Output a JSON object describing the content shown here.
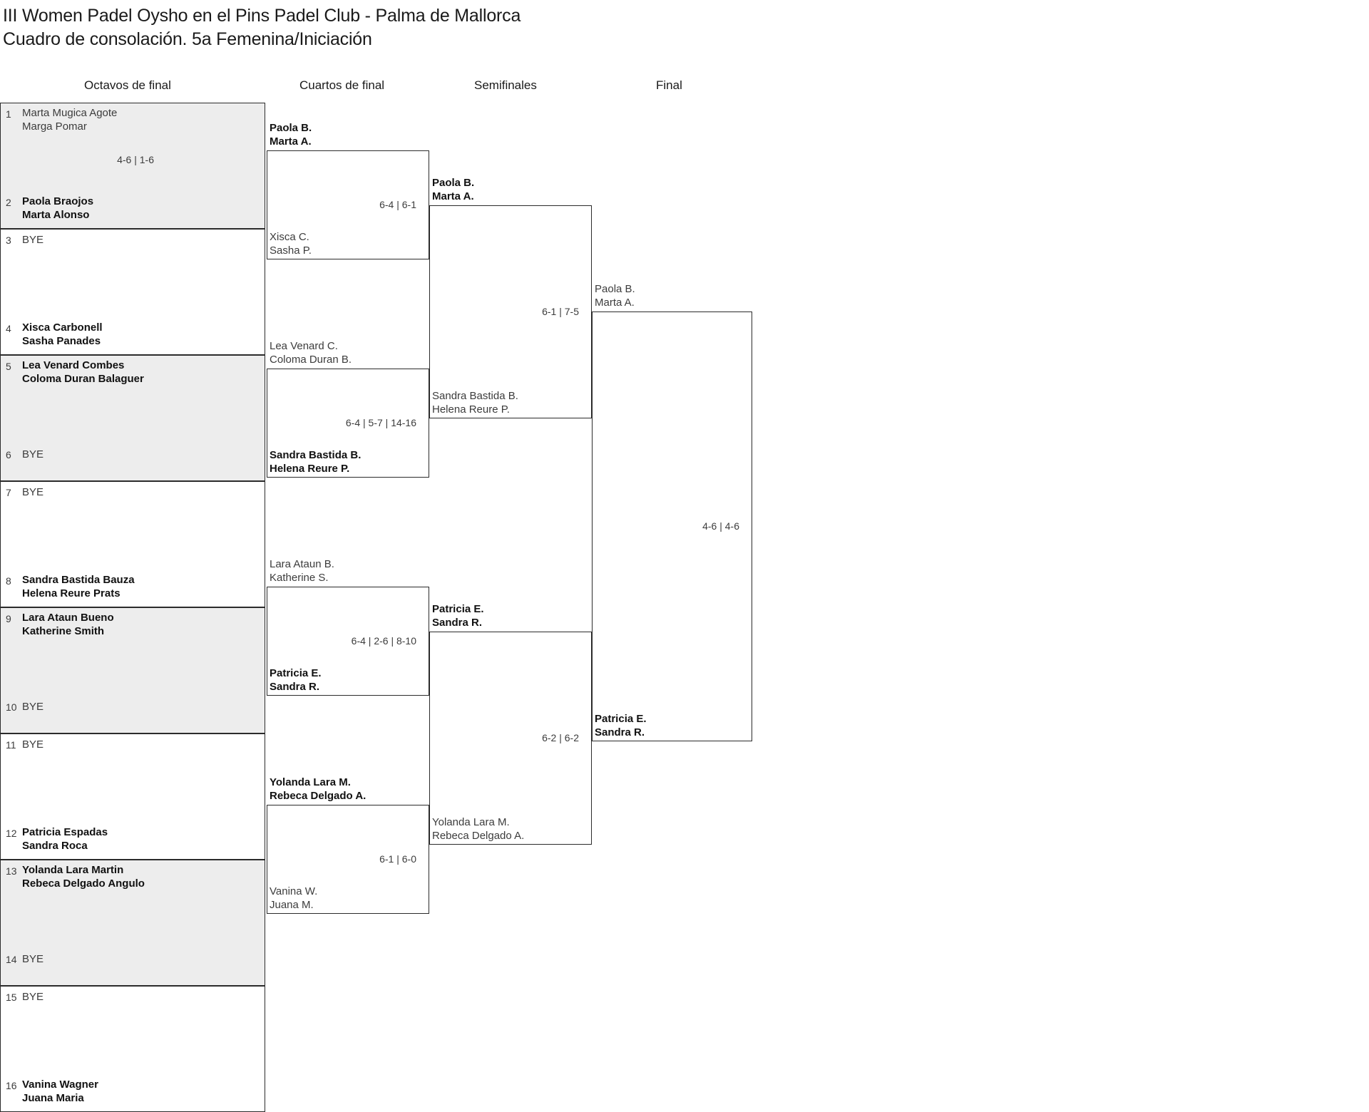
{
  "title": {
    "line1": "III Women Padel Oysho en el Pins Padel Club - Palma de Mallorca",
    "line2": "Cuadro de consolación. 5a Femenina/Iniciación"
  },
  "rounds": [
    {
      "id": "r1",
      "label": "Octavos de final"
    },
    {
      "id": "r2",
      "label": "Cuartos de final"
    },
    {
      "id": "r3",
      "label": "Semifinales"
    },
    {
      "id": "r4",
      "label": "Final"
    }
  ],
  "colors": {
    "shaded_row": "#ededed",
    "border": "#2b2b2b",
    "winner_text": "#111111",
    "loser_text": "#3c3c3c",
    "background": "#ffffff"
  },
  "round1": {
    "matches": [
      {
        "shaded": true,
        "top": {
          "seed": "1",
          "line1": "Marta Mugica Agote",
          "line2": "Marga Pomar",
          "winner": false,
          "bye": false
        },
        "bottom": {
          "seed": "2",
          "line1": "Paola Braojos",
          "line2": "Marta Alonso",
          "winner": true,
          "bye": false
        },
        "score": "4-6 | 1-6"
      },
      {
        "shaded": false,
        "top": {
          "seed": "3",
          "line1": "BYE",
          "line2": "",
          "winner": false,
          "bye": true
        },
        "bottom": {
          "seed": "4",
          "line1": "Xisca Carbonell",
          "line2": "Sasha Panades",
          "winner": true,
          "bye": false
        },
        "score": ""
      },
      {
        "shaded": true,
        "top": {
          "seed": "5",
          "line1": "Lea Venard Combes",
          "line2": "Coloma Duran Balaguer",
          "winner": true,
          "bye": false
        },
        "bottom": {
          "seed": "6",
          "line1": "BYE",
          "line2": "",
          "winner": false,
          "bye": true
        },
        "score": ""
      },
      {
        "shaded": false,
        "top": {
          "seed": "7",
          "line1": "BYE",
          "line2": "",
          "winner": false,
          "bye": true
        },
        "bottom": {
          "seed": "8",
          "line1": "Sandra Bastida Bauza",
          "line2": "Helena Reure Prats",
          "winner": true,
          "bye": false
        },
        "score": ""
      },
      {
        "shaded": true,
        "top": {
          "seed": "9",
          "line1": "Lara Ataun Bueno",
          "line2": "Katherine Smith",
          "winner": true,
          "bye": false
        },
        "bottom": {
          "seed": "10",
          "line1": "BYE",
          "line2": "",
          "winner": false,
          "bye": true
        },
        "score": ""
      },
      {
        "shaded": false,
        "top": {
          "seed": "11",
          "line1": "BYE",
          "line2": "",
          "winner": false,
          "bye": true
        },
        "bottom": {
          "seed": "12",
          "line1": "Patricia Espadas",
          "line2": "Sandra Roca",
          "winner": true,
          "bye": false
        },
        "score": ""
      },
      {
        "shaded": true,
        "top": {
          "seed": "13",
          "line1": "Yolanda Lara Martin",
          "line2": "Rebeca Delgado Angulo",
          "winner": true,
          "bye": false
        },
        "bottom": {
          "seed": "14",
          "line1": "BYE",
          "line2": "",
          "winner": false,
          "bye": true
        },
        "score": ""
      },
      {
        "shaded": false,
        "top": {
          "seed": "15",
          "line1": "BYE",
          "line2": "",
          "winner": false,
          "bye": true
        },
        "bottom": {
          "seed": "16",
          "line1": "Vanina Wagner",
          "line2": "Juana Maria",
          "winner": true,
          "bye": false
        },
        "score": ""
      }
    ]
  },
  "round2": {
    "matches": [
      {
        "top": {
          "line1": "Paola B.",
          "line2": "Marta A.",
          "winner": true
        },
        "bottom": {
          "line1": "Xisca C.",
          "line2": "Sasha P.",
          "winner": false
        },
        "score": "6-4 | 6-1"
      },
      {
        "top": {
          "line1": "Lea Venard C.",
          "line2": "Coloma Duran B.",
          "winner": false
        },
        "bottom": {
          "line1": "Sandra Bastida B.",
          "line2": "Helena Reure P.",
          "winner": true
        },
        "score": "6-4 | 5-7 | 14-16"
      },
      {
        "top": {
          "line1": "Lara Ataun B.",
          "line2": "Katherine S.",
          "winner": false
        },
        "bottom": {
          "line1": "Patricia E.",
          "line2": "Sandra R.",
          "winner": true
        },
        "score": "6-4 | 2-6 | 8-10"
      },
      {
        "top": {
          "line1": "Yolanda Lara M.",
          "line2": "Rebeca Delgado A.",
          "winner": true
        },
        "bottom": {
          "line1": "Vanina W.",
          "line2": "Juana M.",
          "winner": false
        },
        "score": "6-1 | 6-0"
      }
    ]
  },
  "round3": {
    "matches": [
      {
        "top": {
          "line1": "Paola B.",
          "line2": "Marta A.",
          "winner": true
        },
        "bottom": {
          "line1": "Sandra Bastida B.",
          "line2": "Helena Reure P.",
          "winner": false
        },
        "score": "6-1 | 7-5"
      },
      {
        "top": {
          "line1": "Patricia E.",
          "line2": "Sandra R.",
          "winner": true
        },
        "bottom": {
          "line1": "Yolanda Lara M.",
          "line2": "Rebeca Delgado A.",
          "winner": false
        },
        "score": "6-2 | 6-2"
      }
    ]
  },
  "round4": {
    "matches": [
      {
        "top": {
          "line1": "Paola B.",
          "line2": "Marta A.",
          "winner": false
        },
        "bottom": {
          "line1": "Patricia E.",
          "line2": "Sandra R.",
          "winner": true
        },
        "score": "4-6 | 4-6"
      }
    ]
  }
}
